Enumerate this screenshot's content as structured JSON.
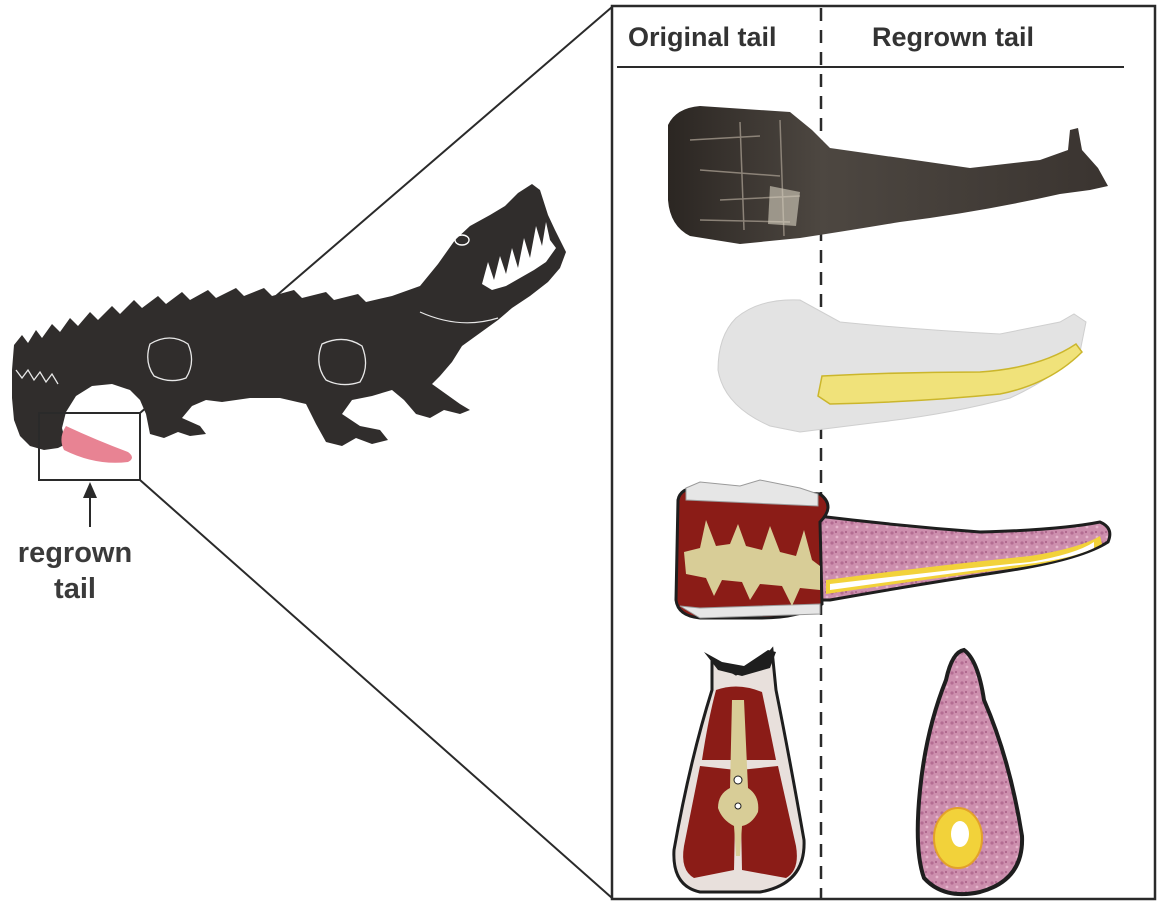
{
  "panel": {
    "original_header": "Original tail",
    "regrown_header": "Regrown tail"
  },
  "callout": {
    "line1": "regrown",
    "line2": "tail"
  },
  "colors": {
    "animal": "#302d2c",
    "regrown_highlight": "#e88393",
    "muscle": "#8b1c17",
    "bone": "#d8cd97",
    "cartilage": "#f2d23a",
    "regrown_tissue": "#c98aa8",
    "frame": "#2a2a2a"
  }
}
